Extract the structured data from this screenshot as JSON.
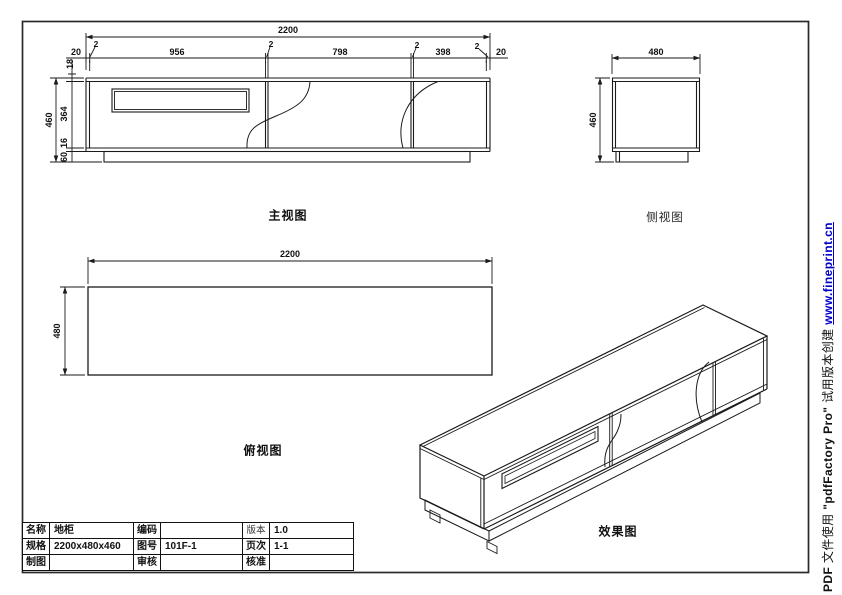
{
  "watermark": {
    "seg_pdf": "PDF",
    "seg_use": " 文件使用 ",
    "seg_product": "\"pdfFactory Pro\"",
    "seg_trial": " 试用版本创建 ",
    "link": "www.fineprint.cn",
    "link_color": "#0000c8"
  },
  "views": {
    "front": {
      "label": "主视图",
      "dims": {
        "total_width": "2200",
        "left_thickness": "20",
        "gap1": "2",
        "door1": "956",
        "gap2": "2",
        "door2": "798",
        "gap3": "2",
        "door3": "398",
        "gap4": "2",
        "right_thickness": "20",
        "top_panel": "18",
        "door_height": "364",
        "total_height": "460",
        "bottom_panel": "16",
        "base_height": "60"
      }
    },
    "side": {
      "label": "侧视图",
      "dims": {
        "depth": "480",
        "height": "460"
      }
    },
    "top": {
      "label": "俯视图",
      "dims": {
        "width": "2200",
        "depth": "480"
      }
    },
    "iso": {
      "label": "效果图"
    }
  },
  "title_block": {
    "rows": [
      {
        "c1": "名称",
        "v1": "地柜",
        "c2": "编码",
        "v2": "",
        "c3": "版本",
        "v3": "1.0"
      },
      {
        "c1": "规格",
        "v1": "2200x480x460",
        "c2": "图号",
        "v2": "101F-1",
        "c3": "页次",
        "v3": "1-1"
      },
      {
        "c1": "制图",
        "v1": "",
        "c2": "审核",
        "v2": "",
        "c3": "核准",
        "v3": ""
      }
    ]
  }
}
